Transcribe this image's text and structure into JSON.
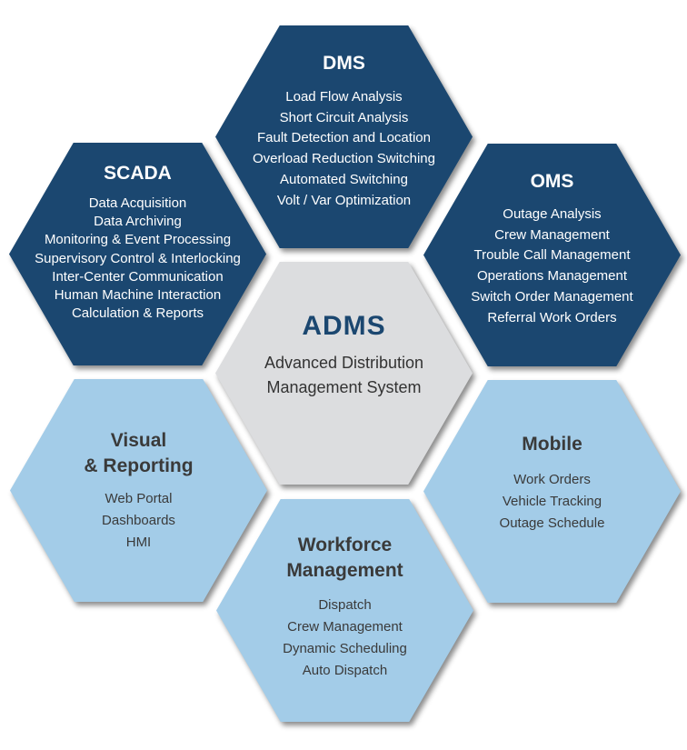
{
  "diagram": {
    "colors": {
      "dark_blue": "#1b4770",
      "light_blue": "#a3cce8",
      "grey": "#dcdddf",
      "white_text": "#ffffff",
      "dark_text": "#3a3a3a"
    },
    "center": {
      "title": "ADMS",
      "subtitle_lines": [
        "Advanced Distribution",
        "Management System"
      ]
    },
    "dms": {
      "title": "DMS",
      "items": [
        "Load Flow Analysis",
        "Short Circuit Analysis",
        "Fault Detection and Location",
        "Overload Reduction Switching",
        "Automated Switching",
        "Volt / Var Optimization"
      ]
    },
    "scada": {
      "title": "SCADA",
      "items": [
        "Data Acquisition",
        "Data Archiving",
        "Monitoring & Event Processing",
        "Supervisory Control & Interlocking",
        "Inter-Center Communication",
        "Human Machine Interaction",
        "Calculation & Reports"
      ]
    },
    "oms": {
      "title": "OMS",
      "items": [
        "Outage Analysis",
        "Crew Management",
        "Trouble Call Management",
        "Operations Management",
        "Switch Order Management",
        "Referral Work Orders"
      ]
    },
    "visual": {
      "title_lines": [
        "Visual",
        "& Reporting"
      ],
      "items": [
        "Web Portal",
        "Dashboards",
        "HMI"
      ]
    },
    "mobile": {
      "title": "Mobile",
      "items": [
        "Work Orders",
        "Vehicle Tracking",
        "Outage Schedule"
      ]
    },
    "workforce": {
      "title_lines": [
        "Workforce",
        "Management"
      ],
      "items": [
        "Dispatch",
        "Crew Management",
        "Dynamic Scheduling",
        "Auto Dispatch"
      ]
    }
  }
}
